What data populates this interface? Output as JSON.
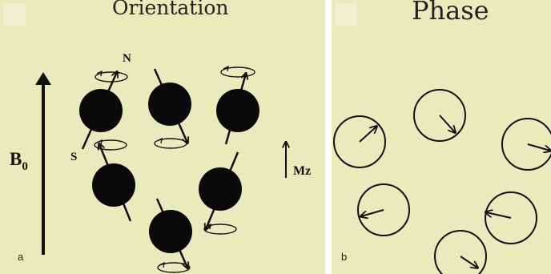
{
  "panel_a": {
    "title": "Orientation",
    "label": "a",
    "field_label": "B",
    "field_subscript": "0",
    "north_label": "N",
    "south_label": "S",
    "magnetization_label": "Mz",
    "proton_count": 6
  },
  "panel_b": {
    "title": "Phase",
    "label": "b",
    "precession_count": 6
  },
  "colors": {
    "background": "#e9ebbd",
    "ink": "#111111"
  }
}
